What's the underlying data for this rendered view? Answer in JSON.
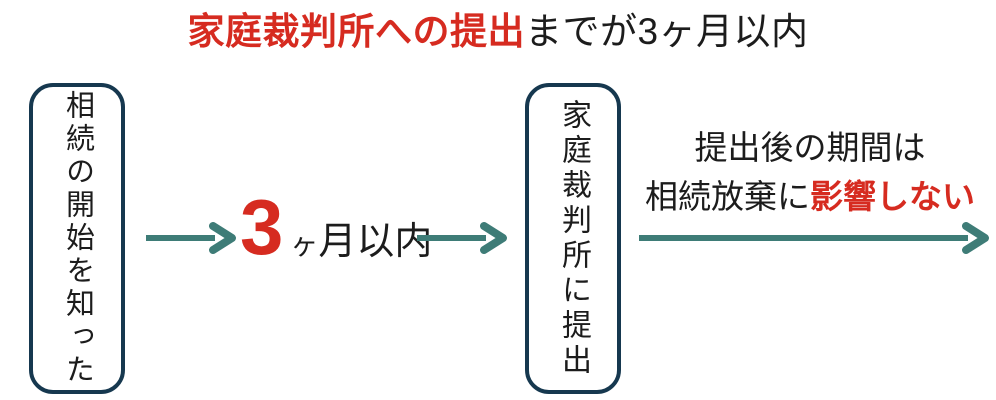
{
  "title": {
    "highlight": "家庭裁判所への提出",
    "rest": "までが3ヶ月以内"
  },
  "flow": {
    "start_box": "相続の開始を知った",
    "court_box": "家庭裁判所に提出",
    "period": {
      "number": "3",
      "counter": "ヶ",
      "suffix": "月以内"
    },
    "note": {
      "line1": "提出後の期間は",
      "line2_prefix": "相続放棄に",
      "line2_highlight": "影響しない"
    }
  },
  "colors": {
    "accent_red": "#d62b20",
    "box_border_navy": "#16384f",
    "arrow_teal": "#3e7c77",
    "text_ink": "#1c1c1c",
    "background": "#ffffff"
  }
}
